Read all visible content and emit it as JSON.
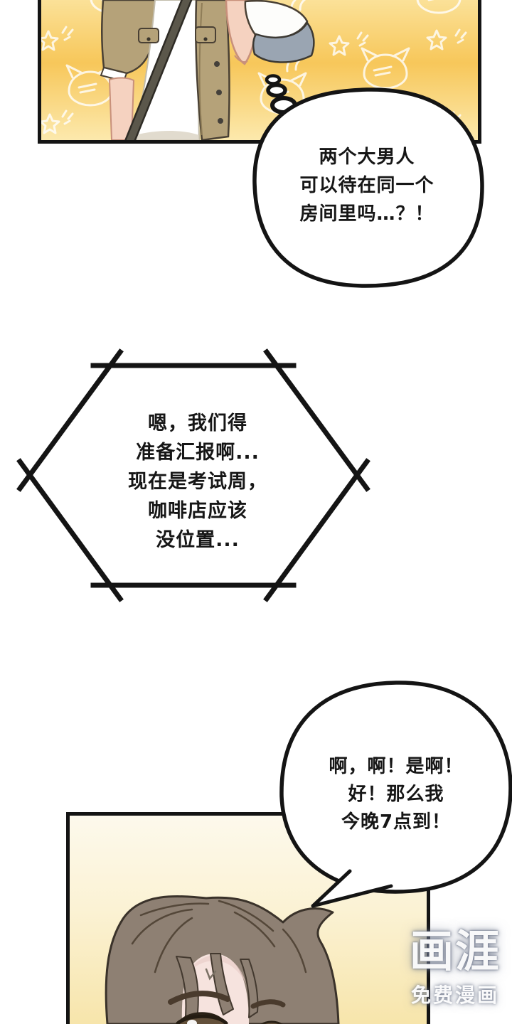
{
  "comic": {
    "bubbles": {
      "thought": {
        "type": "thought-bubble",
        "lines": [
          "两个大男人",
          "可以待在同一个",
          "房间里吗…？！"
        ]
      },
      "shout": {
        "type": "hexagon-bubble",
        "lines": [
          "嗯，我们得",
          "准备汇报啊...",
          "现在是考试周，",
          "咖啡店应该",
          "没位置..."
        ]
      },
      "speech": {
        "type": "speech-bubble",
        "lines": [
          "啊，啊！是啊！",
          "好！那么我",
          "今晚7点到！"
        ]
      }
    },
    "watermark": {
      "logo": "画涯",
      "subtitle": "免费漫画"
    },
    "colors": {
      "panel_border": "#141414",
      "bubble_outline": "#141414",
      "top_panel_yellow": "#f7c75a",
      "top_panel_yellow_light": "#fce9ad",
      "bottom_panel_cream": "#fdf9ec",
      "bottom_panel_yellow": "#f7e5ab",
      "coat_tan": "#b5a279",
      "coat_outline": "#494034",
      "shirt_white": "#ffffff",
      "strap_gray": "#5b574b",
      "skin": "#f5d2c0",
      "bag_blue_gray": "#9aa5b2",
      "hair_brown": "#8e8073",
      "hair_outline": "#3a322a",
      "forehead_skin": "#f6e3de",
      "doodle_white": "#ffffff",
      "watermark_white": "#ffffff"
    },
    "icons": {
      "doodles": [
        "cat-face-icon",
        "star-icon",
        "sparkle-icon",
        "ray-icon"
      ],
      "thought_trail": "thought-trail-bubbles-icon"
    }
  }
}
